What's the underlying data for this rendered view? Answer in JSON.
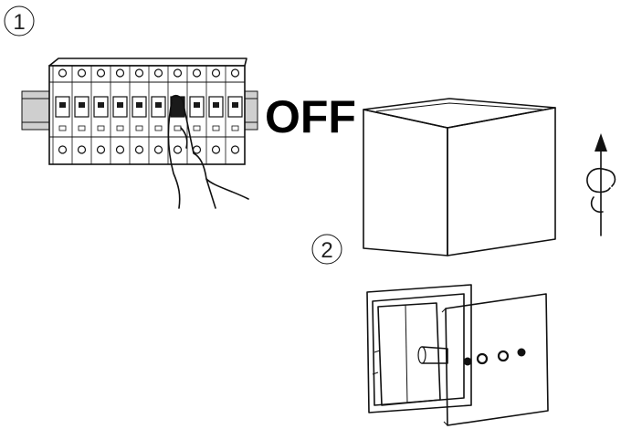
{
  "steps": [
    {
      "number": "1"
    },
    {
      "number": "2"
    }
  ],
  "switch_state_label": "OFF",
  "icons": [
    "step-one-badge",
    "circuit-breaker-panel",
    "hand-pressing-switch",
    "lamp-cover-cube",
    "rotate-arrow-icon",
    "lamp-base-plate",
    "step-two-badge"
  ],
  "colors": {
    "line": "#111111",
    "background": "#ffffff",
    "rail": "#cfcfcf",
    "switch_dark": "#1a1a1a"
  }
}
